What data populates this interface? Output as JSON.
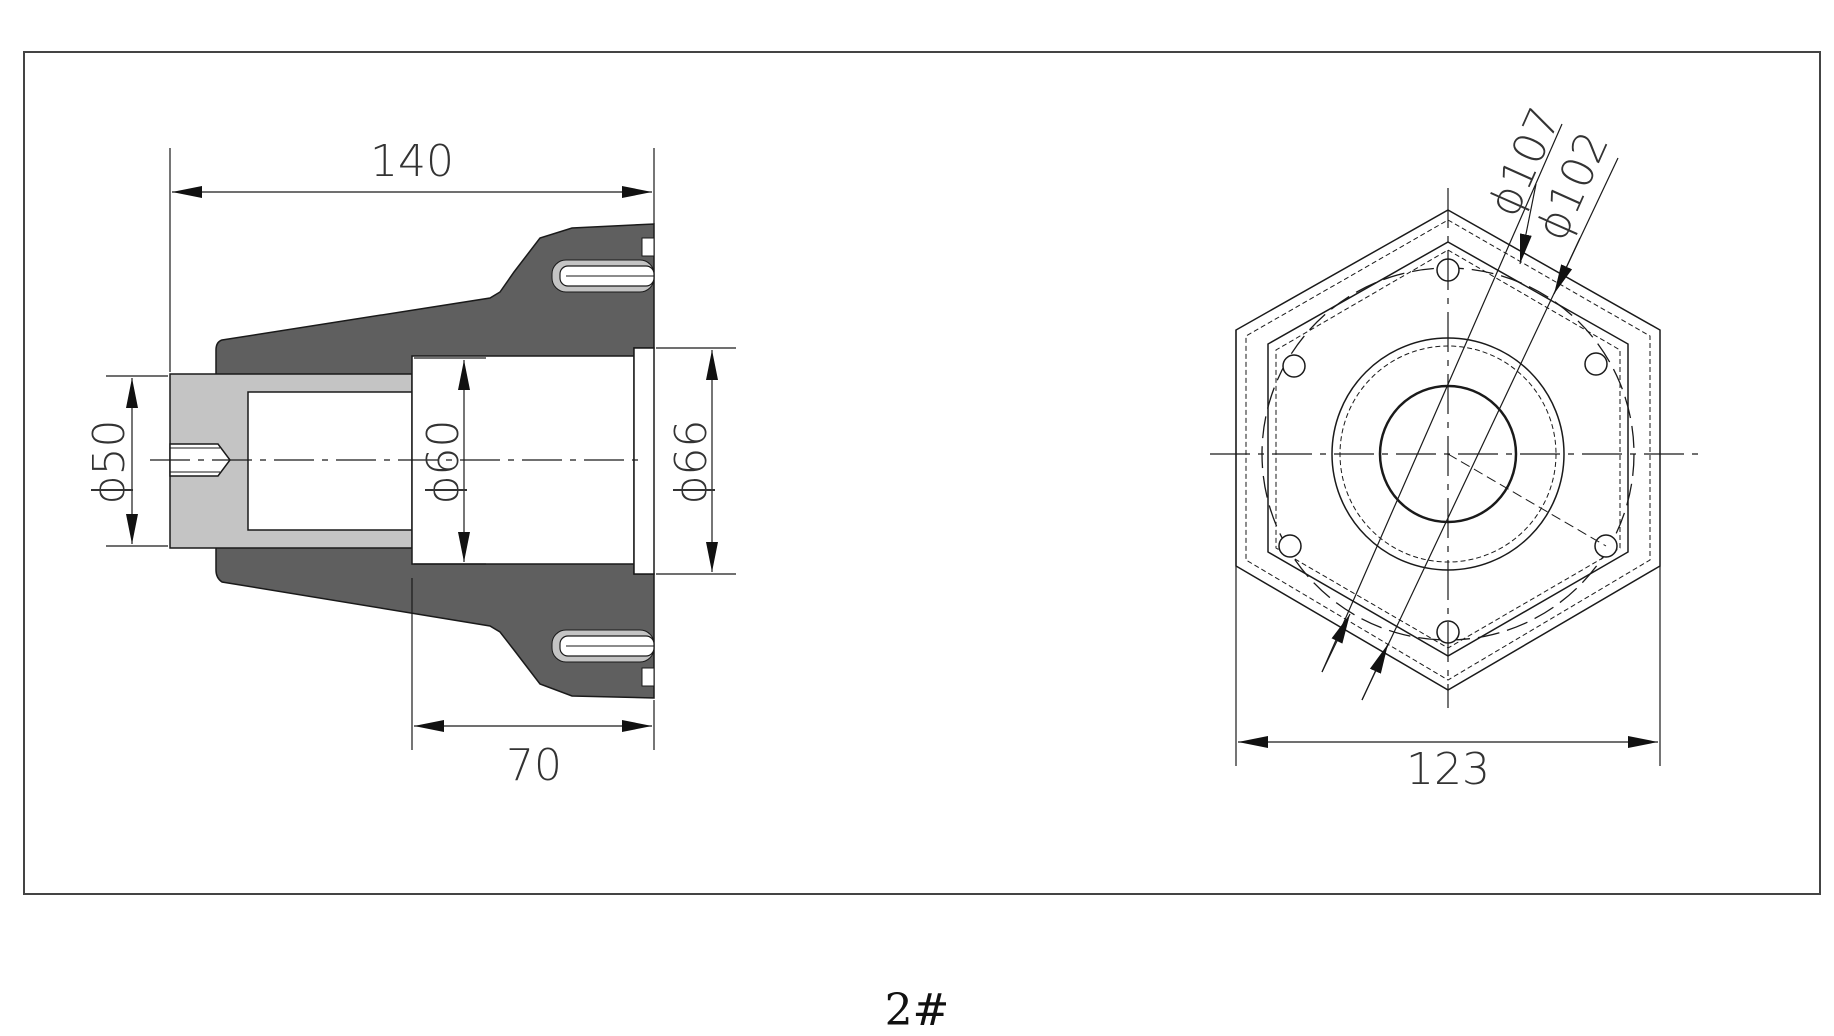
{
  "dimensions": {
    "side_overall_length": "140",
    "side_left_diameter": "ϕ50",
    "side_inner_diameter": "ϕ60",
    "side_right_diameter": "ϕ66",
    "side_bottom_length": "70",
    "front_width": "123",
    "front_outer_diameter": "ϕ107",
    "front_bolt_circle_diameter": "ϕ102"
  },
  "caption": "2#",
  "colors": {
    "line": "#1a1a1a",
    "dark_fill": "#5f5f5f",
    "light_fill": "#c4c4c4",
    "frame": "#444444"
  }
}
